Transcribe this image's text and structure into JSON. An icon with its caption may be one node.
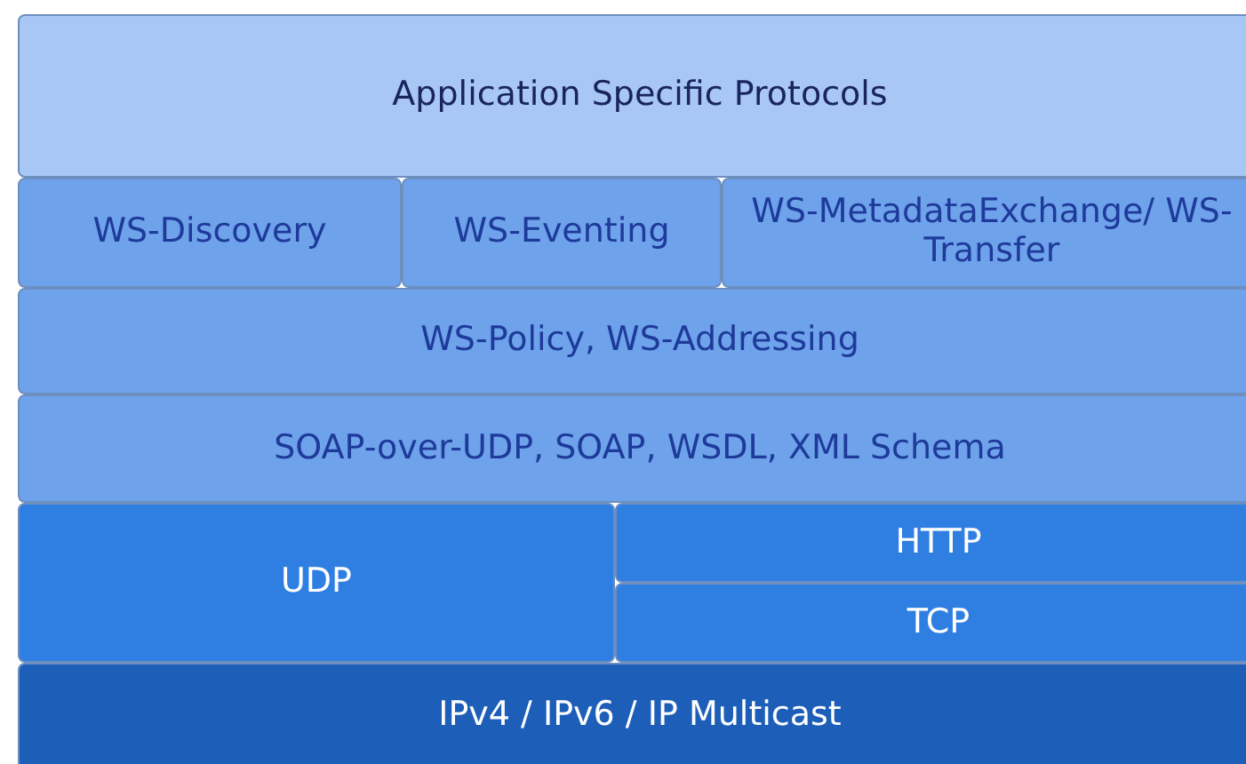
{
  "diagram": {
    "nodes": [
      {
        "text": [
          "Application Specific Protocols"
        ]
      },
      {
        "text": [
          "WS-Discovery"
        ]
      },
      {
        "text": [
          "WS-Eventing"
        ]
      },
      {
        "text": [
          "WS-MetadataExchange/ WS-Transfer"
        ]
      },
      {
        "text": [
          "WS-Policy, WS-Addressing"
        ]
      },
      {
        "text": [
          "SOAP-over-UDP, SOAP, WSDL, XML Schema"
        ]
      },
      {
        "text": [
          "UDP"
        ]
      },
      {
        "text": [
          "HTTP"
        ]
      },
      {
        "text": [
          "TCP"
        ]
      },
      {
        "text": [
          "IPv4 / IPv6 / IP Multicast"
        ]
      }
    ]
  }
}
